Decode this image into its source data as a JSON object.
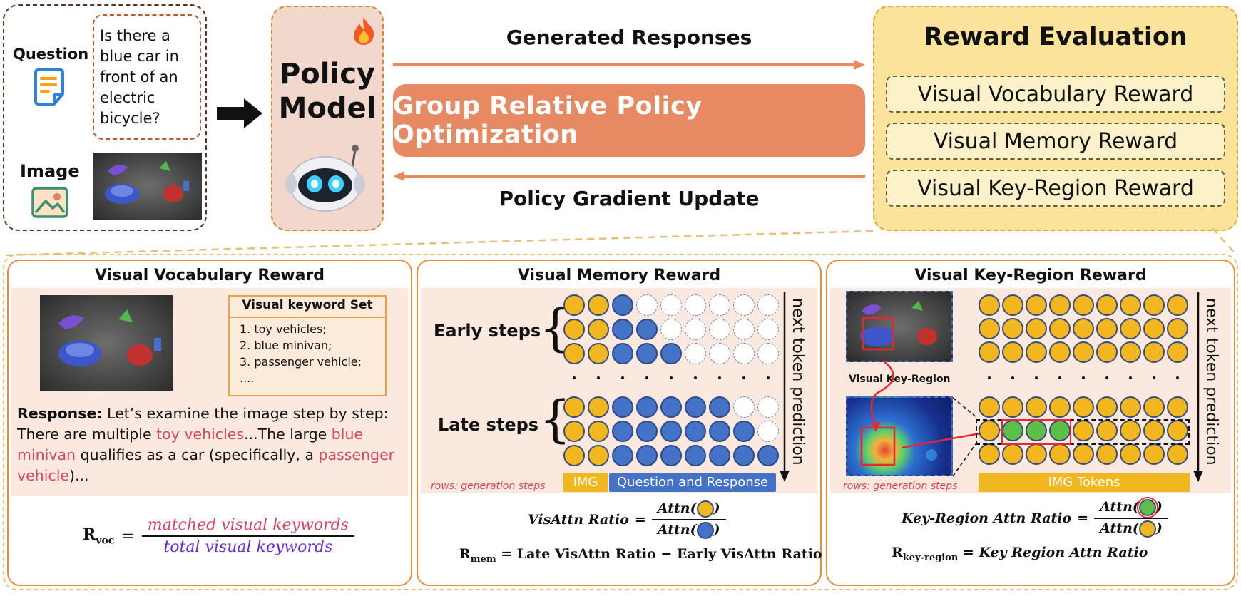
{
  "input": {
    "question_label": "Question",
    "question_text": "Is there a blue car in front of an electric bicycle?",
    "image_label": "Image"
  },
  "policy": {
    "label_line1": "Policy",
    "label_line2": "Model"
  },
  "flow": {
    "generated_responses": "Generated Responses",
    "grpo_title": "Group Relative Policy Optimization",
    "policy_gradient_update": "Policy Gradient Update"
  },
  "reward_eval": {
    "title": "Reward Evaluation",
    "items": [
      "Visual Vocabulary Reward",
      "Visual Memory Reward",
      "Visual Key-Region Reward"
    ]
  },
  "vocab": {
    "title": "Visual Vocabulary Reward",
    "keyword_set_title": "Visual keyword Set",
    "keywords": [
      "1. toy vehicles;",
      "2. blue minivan;",
      "3. passenger vehicle;",
      "...."
    ],
    "response_label": "Response:",
    "response_parts": [
      "Let’s examine the image step by step: There are multiple ",
      "toy vehicles",
      "...The large ",
      "blue minivan",
      " qualifies as a car (specifically, a ",
      "passenger vehicle",
      ")..."
    ],
    "formula_lhs": "R",
    "formula_lhs_sub": "voc",
    "formula_num": "matched visual keywords",
    "formula_den": "total visual keywords"
  },
  "memory": {
    "title": "Visual Memory Reward",
    "early_label": "Early steps",
    "late_label": "Late steps",
    "axis_label": "next token prediction",
    "rows_note": "rows: generation steps",
    "img_label": "IMG",
    "qr_label": "Question and Response",
    "ratio_label": "VisAttn Ratio",
    "attn": "Attn",
    "formula2_lhs": "R",
    "formula2_sub": "mem",
    "formula2_rhs": "Late VisAttn Ratio − Early VisAttn Ratio",
    "grid_early": [
      [
        "y",
        "y",
        "b",
        "e",
        "e",
        "e",
        "e",
        "e",
        "e"
      ],
      [
        "y",
        "y",
        "b",
        "b",
        "e",
        "e",
        "e",
        "e",
        "e"
      ],
      [
        "y",
        "y",
        "b",
        "b",
        "b",
        "e",
        "e",
        "e",
        "e"
      ]
    ],
    "grid_late": [
      [
        "y",
        "y",
        "b",
        "b",
        "b",
        "b",
        "b",
        "e",
        "e"
      ],
      [
        "y",
        "y",
        "b",
        "b",
        "b",
        "b",
        "b",
        "b",
        "e"
      ],
      [
        "y",
        "y",
        "b",
        "b",
        "b",
        "b",
        "b",
        "b",
        "b"
      ]
    ]
  },
  "keyregion": {
    "title": "Visual Key-Region Reward",
    "key_region_label": "Visual Key-Region",
    "axis_label": "next token prediction",
    "rows_note": "rows: generation steps",
    "img_tokens_label": "IMG Tokens",
    "ratio_label": "Key-Region Attn Ratio",
    "attn": "Attn",
    "formula2_lhs": "R",
    "formula2_sub": "key-region",
    "formula2_rhs": "Key Region Attn Ratio",
    "grid_top": [
      [
        "y",
        "y",
        "y",
        "y",
        "y",
        "y",
        "y",
        "y",
        "y"
      ],
      [
        "y",
        "y",
        "y",
        "y",
        "y",
        "y",
        "y",
        "y",
        "y"
      ],
      [
        "y",
        "y",
        "y",
        "y",
        "y",
        "y",
        "y",
        "y",
        "y"
      ]
    ],
    "grid_bottom": [
      [
        "y",
        "y",
        "y",
        "y",
        "y",
        "y",
        "y",
        "y",
        "y"
      ],
      [
        "y",
        "g",
        "g",
        "g",
        "y",
        "y",
        "y",
        "y",
        "y"
      ],
      [
        "y",
        "y",
        "y",
        "y",
        "y",
        "y",
        "y",
        "y",
        "y"
      ]
    ]
  },
  "colors": {
    "accent_orange": "#e58a62",
    "reward_panel": "#fbe39a",
    "token_yellow": "#f2b71e",
    "token_blue": "#4472c4",
    "token_green": "#5cbf4a"
  }
}
